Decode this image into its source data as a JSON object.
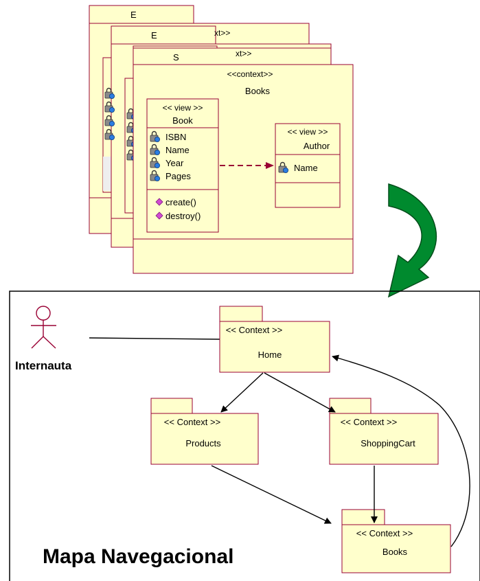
{
  "colors": {
    "box_fill": "#FFFFCC",
    "box_stroke": "#990033",
    "dashed_arrow": "#990033",
    "green_arrow": "#008A2E",
    "actor_stroke": "#990033"
  },
  "context_stack": {
    "back_tab_1": "E",
    "back_tab_2": "E",
    "back_tab_3": "S",
    "back_stereotype_1": "xt>>",
    "back_stereotype_2": "xt>>",
    "front": {
      "stereotype": "<<context>>",
      "name": "Books",
      "book_view": {
        "stereotype": "<< view >>",
        "name": "Book",
        "attributes": [
          "ISBN",
          "Name",
          "Year",
          "Pages"
        ],
        "operations": [
          "create()",
          "destroy()"
        ]
      },
      "author_view": {
        "stereotype": "<< view >>",
        "name": "Author",
        "attributes": [
          "Name"
        ]
      }
    }
  },
  "nav_map": {
    "title": "Mapa Navegacional",
    "actor": "Internauta",
    "home": {
      "stereotype": "<< Context >>",
      "name": "Home"
    },
    "products": {
      "stereotype": "<< Context >>",
      "name": "Products"
    },
    "cart": {
      "stereotype": "<< Context >>",
      "name": "ShoppingCart"
    },
    "books": {
      "stereotype": "<< Context >>",
      "name": "Books"
    }
  },
  "icons": {
    "attribute": "lock-attribute-icon",
    "operation": "pink-operation-icon",
    "actor": "stick-figure-icon",
    "transform": "curved-green-arrow-icon"
  }
}
